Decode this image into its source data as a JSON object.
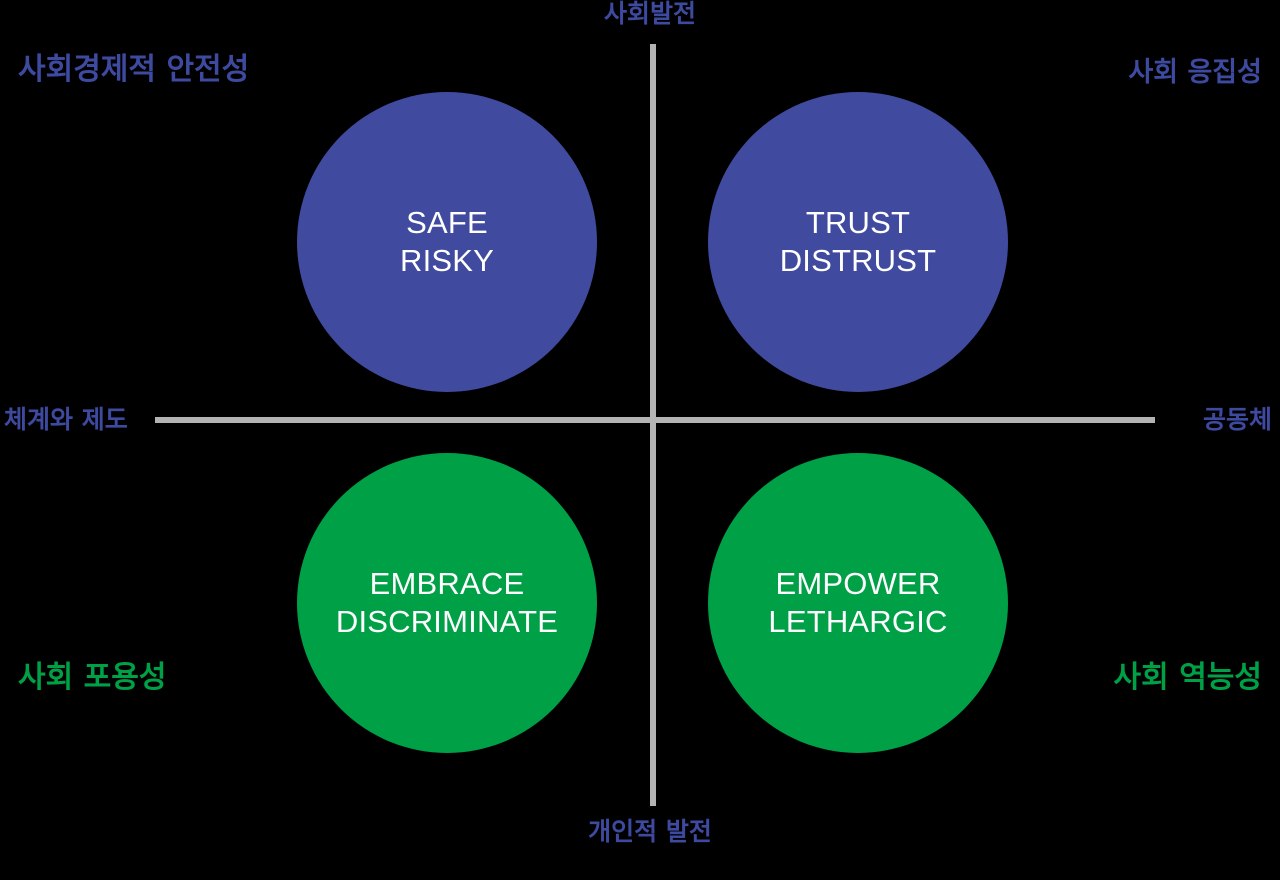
{
  "diagram": {
    "type": "quadrant",
    "background_color": "#000000",
    "axis_color": "#B3B3B3",
    "blue": "#404A9E",
    "green": "#00A046",
    "label_blue": "#3D4AA0",
    "label_green": "#00A046",
    "axis_labels": {
      "top_center": "사회발전",
      "bottom_center": "개인적 발전",
      "left_center": "체계와 제도",
      "right_center": "공동체"
    },
    "quadrant_labels": {
      "top_left": "사회경제적 안전성",
      "top_right": "사회 응집성",
      "bottom_left": "사회 포용성",
      "bottom_right": "사회 역능성"
    },
    "bubbles": {
      "top_left": {
        "line1": "SAFE",
        "line2": "RISKY",
        "color": "#404A9E"
      },
      "top_right": {
        "line1": "TRUST",
        "line2": "DISTRUST",
        "color": "#404A9E"
      },
      "bottom_left": {
        "line1": "EMBRACE",
        "line2": "DISCRIMINATE",
        "color": "#00A046"
      },
      "bottom_right": {
        "line1": "EMPOWER",
        "line2": "LETHARGIC",
        "color": "#00A046"
      }
    }
  }
}
